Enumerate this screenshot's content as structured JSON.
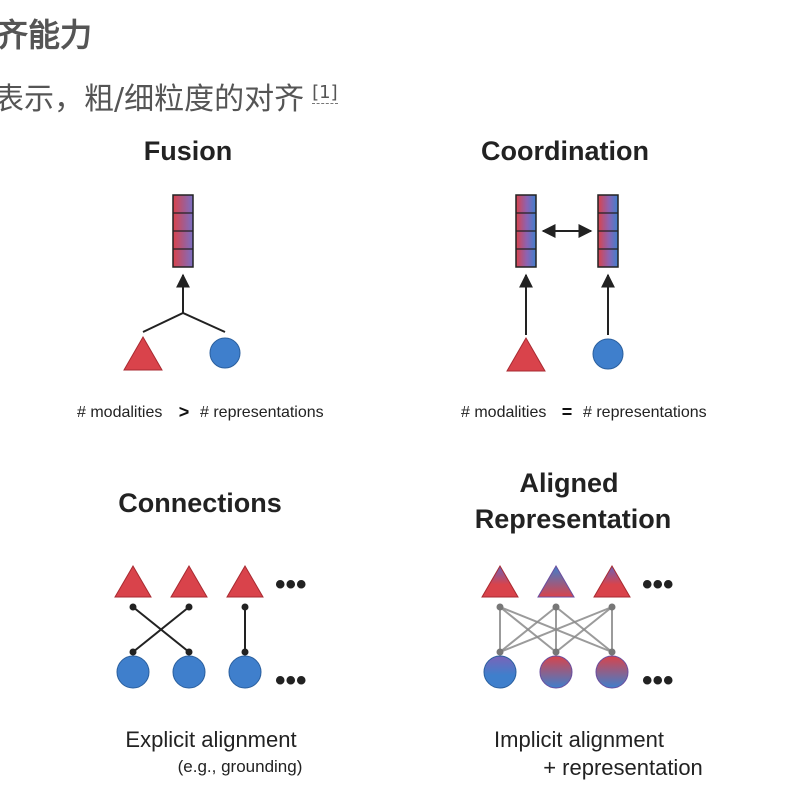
{
  "header": {
    "title": "齐能力",
    "subtitle": "表示，粗/细粒度的对齐",
    "citation": "[1]"
  },
  "colors": {
    "red": "#d9434b",
    "blue": "#3f7fcc",
    "line": "#222222",
    "faint_line": "#9a9a9a"
  },
  "panels": {
    "fusion": {
      "title": "Fusion",
      "left_note": "# modalities",
      "operator": ">",
      "right_note": "# representations",
      "icons": [
        "red-triangle-icon",
        "blue-circle-icon",
        "gradient-vector-icon"
      ]
    },
    "coordination": {
      "title": "Coordination",
      "left_note": "# modalities",
      "operator": "=",
      "right_note": "# representations",
      "icons": [
        "red-triangle-icon",
        "blue-circle-icon",
        "gradient-vector-icon",
        "double-arrow-icon"
      ]
    },
    "connections": {
      "title": "Connections",
      "more": "•••",
      "caption": "Explicit alignment",
      "sub_caption": "(e.g., grounding)"
    },
    "aligned": {
      "title_line1": "Aligned",
      "title_line2": "Representation",
      "more": "•••",
      "caption": "Implicit alignment",
      "sub_caption": "+ representation"
    }
  }
}
